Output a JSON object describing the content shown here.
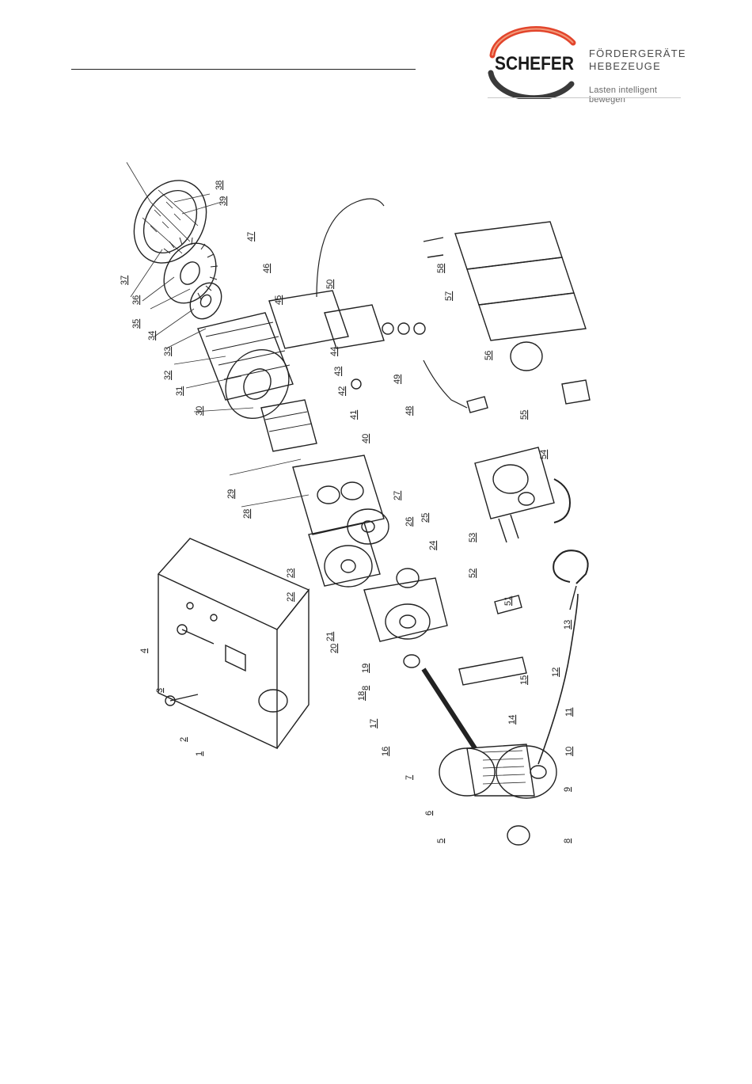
{
  "logo": {
    "name": "SCHEFER",
    "line1": "FÖRDERGERÄTE",
    "line2": "HEBEZEUGE",
    "tagline": "Lasten intelligent bewegen",
    "colors": {
      "arc_top": "#e2452c",
      "arc_bottom": "#3a3a3a",
      "text": "#1a1a1a"
    }
  },
  "drawing": {
    "part_numbers": [
      "1",
      "2",
      "3",
      "4",
      "5",
      "6",
      "7",
      "8",
      "8",
      "9",
      "10",
      "11",
      "12",
      "13",
      "14",
      "15",
      "16",
      "17",
      "18",
      "19",
      "20",
      "21",
      "22",
      "23",
      "24",
      "25",
      "26",
      "27",
      "28",
      "29",
      "30",
      "31",
      "32",
      "33",
      "34",
      "35",
      "36",
      "37",
      "38",
      "39",
      "40",
      "41",
      "42",
      "43",
      "44",
      "45",
      "46",
      "47",
      "48",
      "49",
      "50",
      "51",
      "52",
      "53",
      "54",
      "55",
      "56",
      "57",
      "58"
    ]
  }
}
